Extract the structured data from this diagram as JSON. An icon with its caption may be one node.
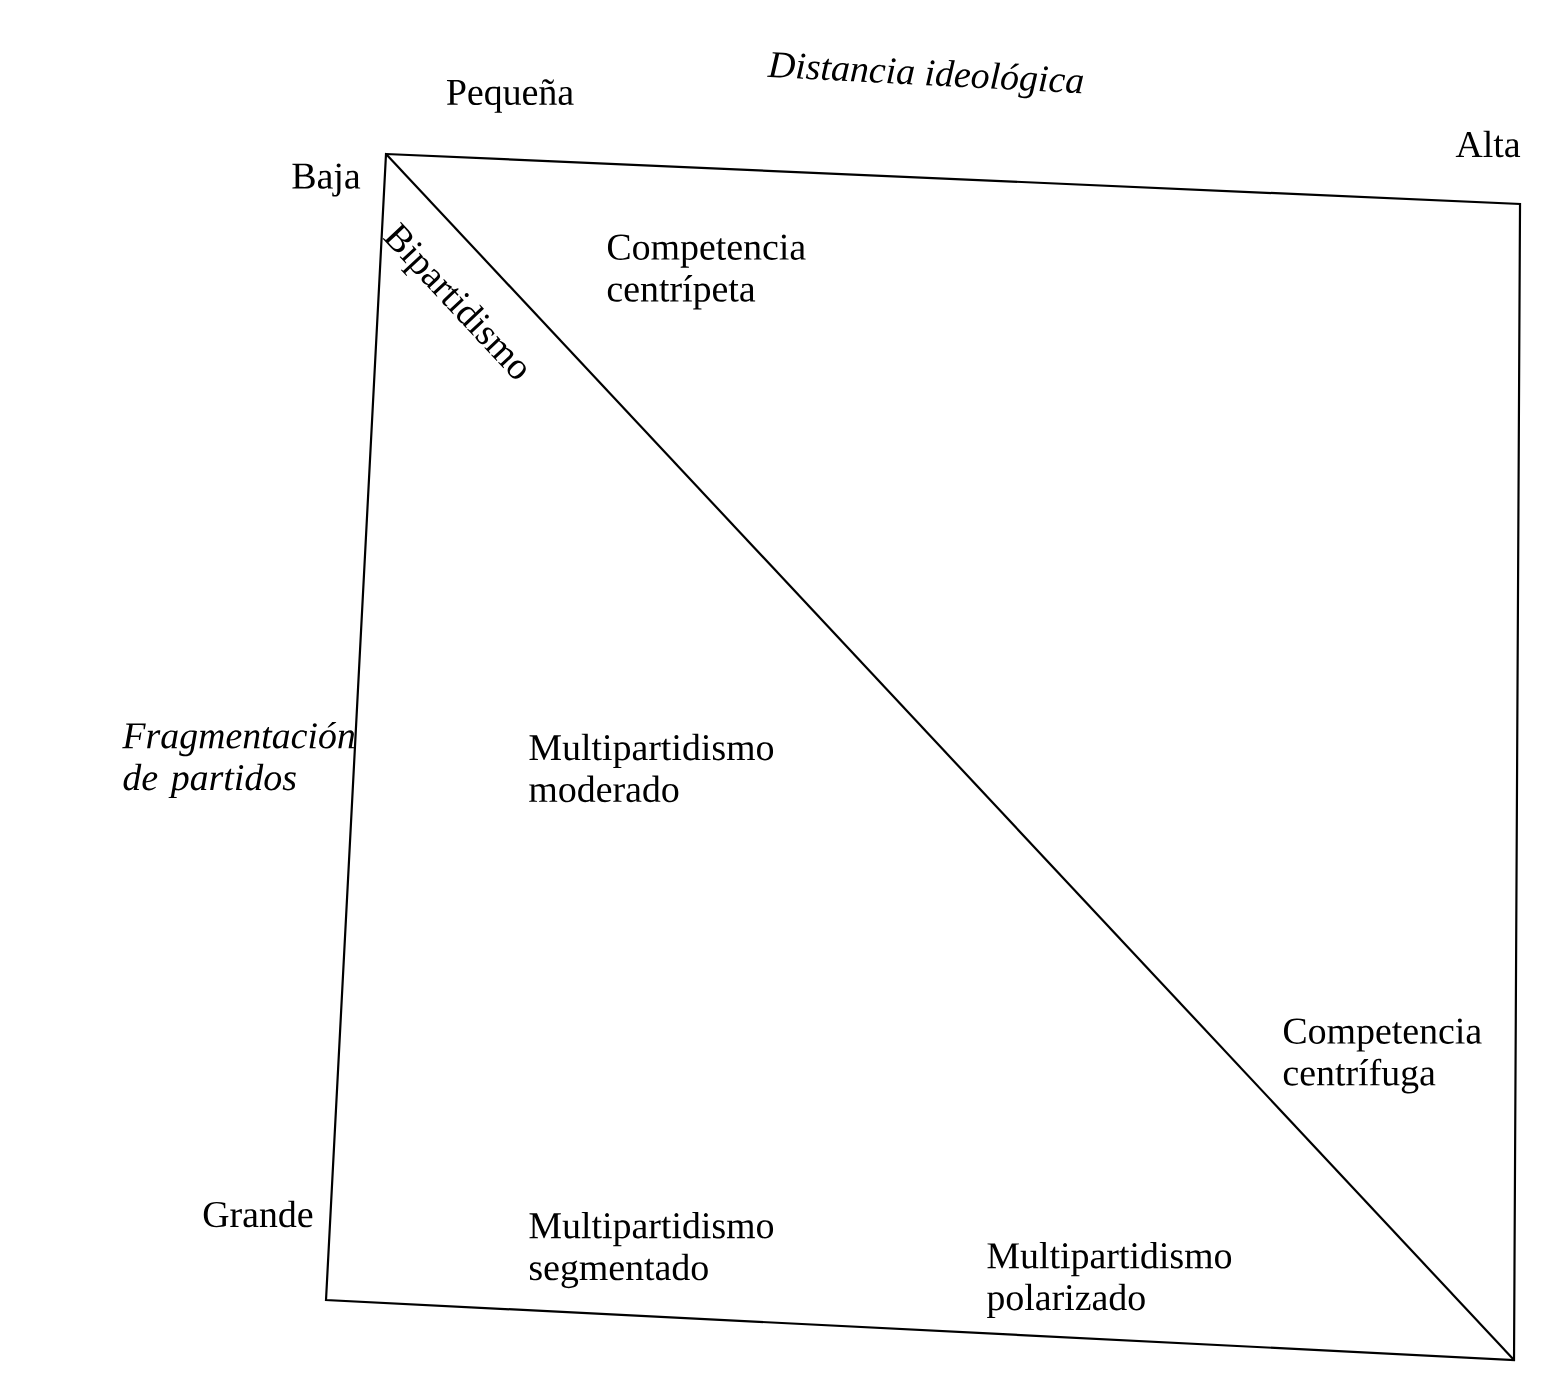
{
  "diagram": {
    "labels": [
      "Distancia ideológica",
      "Pequeña",
      "Alta",
      "Baja",
      "Competencia centrípeta",
      "Bipartidismo",
      "Fragmentación de partidos",
      "Multipartidismo moderado",
      "Competencia centrífuga",
      "Grande",
      "Multipartidismo segmentado",
      "Multipartidismo polarizado"
    ]
  }
}
